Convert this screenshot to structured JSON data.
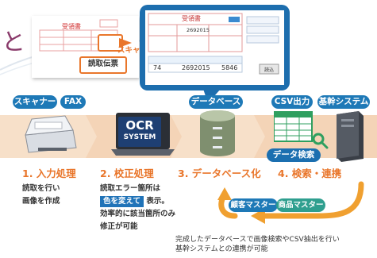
{
  "header_glyph": "と",
  "paper": {
    "title": "受領書",
    "read_slip_label": "読取伝票",
    "scan_label": "スキャン"
  },
  "screen": {
    "title": "受領書",
    "code": "2692015",
    "row_values": [
      "74",
      "2692015",
      "5846"
    ],
    "button_label": "読込"
  },
  "pills": {
    "scanner": "スキャナー",
    "fax": "FAX",
    "database": "データベース",
    "csv": "CSV出力",
    "core_system": "基幹システム",
    "data_search": "データ検索",
    "customer_master": "顧客マスター",
    "product_master": "商品マスター"
  },
  "ocr": {
    "line1": "OCR",
    "line2": "SYSTEM"
  },
  "steps": [
    {
      "label": "1. 入力処理"
    },
    {
      "label": "2. 校正処理"
    },
    {
      "label": "3. データベース化"
    },
    {
      "label": "4. 検索・連携"
    }
  ],
  "descriptions": {
    "step1": [
      "読取を行い",
      "画像を作成"
    ],
    "step2_line1": "読取エラー箇所は",
    "step2_highlight": "色を変えて",
    "step2_suffix": "表示。",
    "step2_line3": "効率的に該当箇所のみ",
    "step2_line4": "修正が可能"
  },
  "footer_note": {
    "line1": "完成したデータベースで画像検索やCSV抽出を行い",
    "line2": "基幹システムとの連携が可能"
  },
  "colors": {
    "accent_orange": "#e9762b",
    "pill_blue": "#1e79b7",
    "pill_green": "#2f9f8f",
    "monitor_blue": "#1d6eae",
    "flow_band": "#f6dcc4"
  }
}
